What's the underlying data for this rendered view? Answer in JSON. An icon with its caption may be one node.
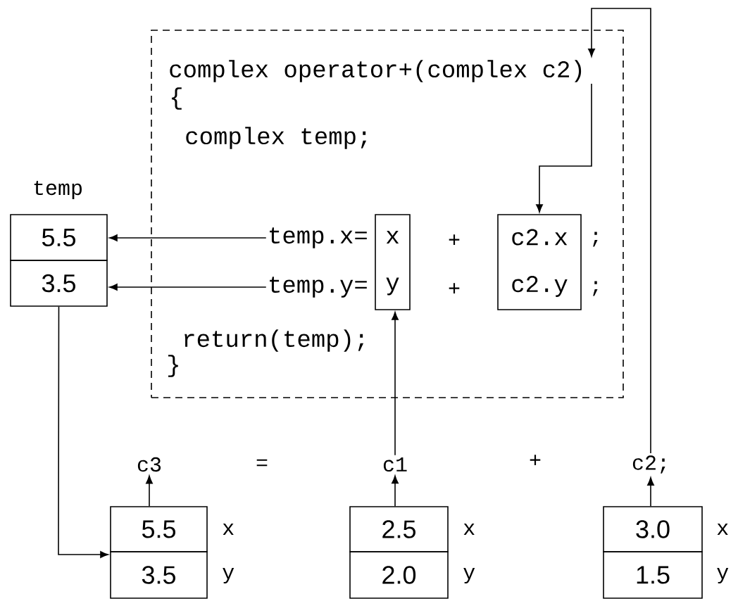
{
  "diagram": {
    "nodes": [
      {
        "text": [
          "{",
          "complex temp;",
          "return(temp);",
          "}"
        ]
      },
      {
        "text": [
          "complex operator+(complex c2)"
        ],
        "in": 0
      },
      {
        "text": [
          "temp.x="
        ],
        "in": 0
      },
      {
        "text": [
          "temp.y="
        ],
        "in": 0
      },
      {
        "text": [
          "x",
          "y"
        ],
        "in": 0
      },
      {
        "text": [
          "c2.x",
          "c2.y"
        ],
        "in": 0,
        "beside": [
          ";",
          ";"
        ]
      },
      {
        "text": [
          "5.5"
        ],
        "beside": [
          "temp"
        ]
      },
      {
        "text": [
          "3.5"
        ]
      },
      {
        "text": [
          "c3"
        ]
      },
      {
        "text": [
          "c1"
        ]
      },
      {
        "text": [
          "c2;"
        ]
      },
      {
        "text": [
          "5.5"
        ],
        "beside": [
          "x"
        ]
      },
      {
        "text": [
          "3.5"
        ],
        "beside": [
          "y"
        ]
      },
      {
        "text": [
          "2.5"
        ],
        "beside": [
          "x"
        ]
      },
      {
        "text": [
          "2.0"
        ],
        "beside": [
          "y"
        ]
      },
      {
        "text": [
          "3.0"
        ],
        "beside": [
          "x"
        ]
      },
      {
        "text": [
          "1.5"
        ],
        "beside": [
          "y"
        ]
      }
    ],
    "edges": [
      {
        "from": 2,
        "to": 6,
        "arrow": "to"
      },
      {
        "from": 3,
        "to": 7,
        "arrow": "to"
      },
      {
        "from": 7,
        "to": 12,
        "arrow": "to"
      },
      {
        "from": 11,
        "to": 8,
        "arrow": "to"
      },
      {
        "from": 13,
        "to": 9,
        "arrow": "to"
      },
      {
        "from": 15,
        "to": 10,
        "arrow": "to"
      },
      {
        "from": 9,
        "to": 4,
        "arrow": "to"
      },
      {
        "from": 10,
        "to": 1,
        "arrow": "to"
      },
      {
        "from": 1,
        "to": 5,
        "arrow": "to"
      }
    ],
    "labels": [
      "+",
      "+",
      "=",
      "+"
    ]
  }
}
